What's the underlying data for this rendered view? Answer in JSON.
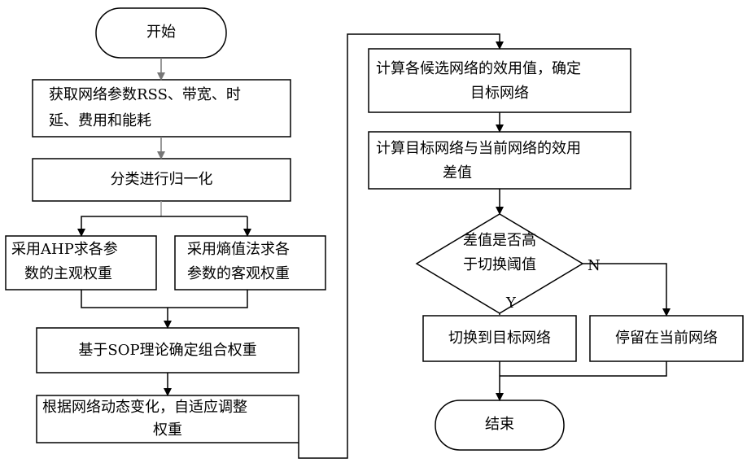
{
  "nodes": {
    "start": "开始",
    "acquire_line1": "获取网络参数RSS、带宽、时",
    "acquire_line2": "延、费用和能耗",
    "normalize": "分类进行归一化",
    "ahp_line1": "采用AHP求各参",
    "ahp_line2": "数的主观权重",
    "entropy_line1": "采用熵值法求各",
    "entropy_line2": "参数的客观权重",
    "sop": "基于SOP理论确定组合权重",
    "adapt_line1": "根据网络动态变化，自适应调整",
    "adapt_line2": "权重",
    "utility_line1": "计算各候选网络的效用值，确定",
    "utility_line2": "目标网络",
    "diff_line1": "计算目标网络与当前网络的效用",
    "diff_line2": "差值",
    "decision_line1": "差值是否高",
    "decision_line2": "于切换阈值",
    "switch": "切换到目标网络",
    "stay": "停留在当前网络",
    "end": "结束"
  },
  "edge_labels": {
    "yes": "Y",
    "no": "N"
  }
}
